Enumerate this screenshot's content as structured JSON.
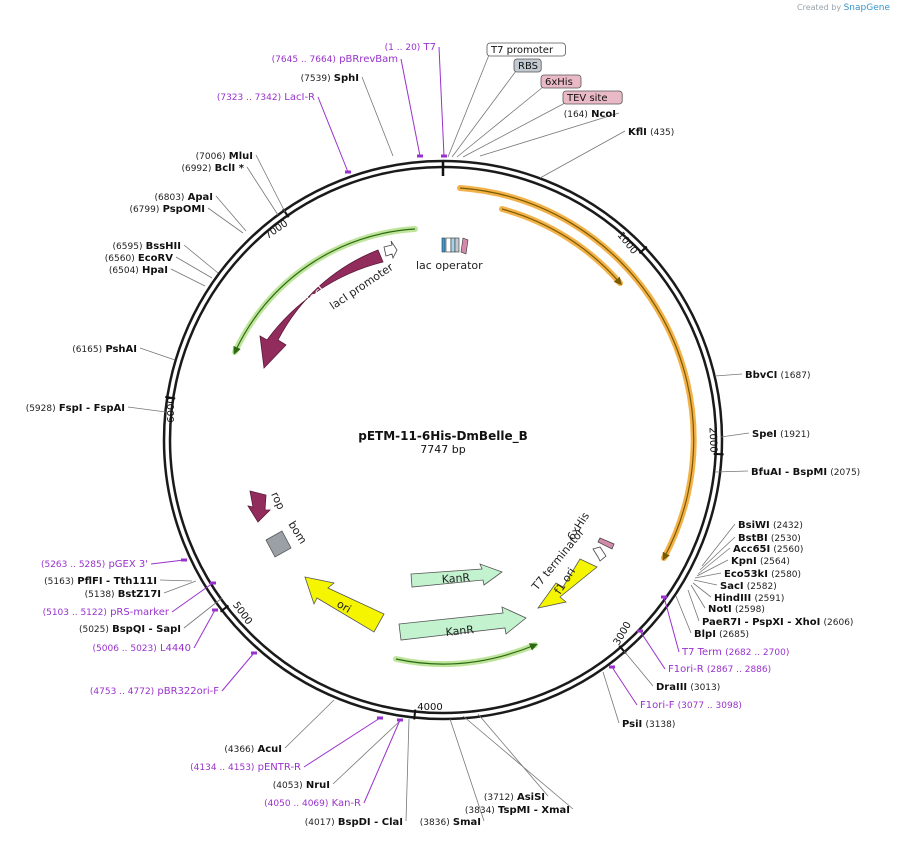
{
  "credit": {
    "prefix": "Created by",
    "brand": "SnapGene"
  },
  "plasmid": {
    "name": "pETM-11-6His-DmBelle_B",
    "length_label": "7747 bp",
    "length_bp": 7747
  },
  "ticks": [
    "1000",
    "2000",
    "3000",
    "4000",
    "5000",
    "6000",
    "7000"
  ],
  "sites": [
    {
      "id": "ncoi",
      "name": "NcoI",
      "pos": "(164)"
    },
    {
      "id": "kfli",
      "name": "KflI",
      "pos": "(435)"
    },
    {
      "id": "bbvci",
      "name": "BbvCI",
      "pos": "(1687)"
    },
    {
      "id": "spei",
      "name": "SpeI",
      "pos": "(1921)"
    },
    {
      "id": "bfuai",
      "name": "BfuAI  - BspMI",
      "pos": "(2075)"
    },
    {
      "id": "bsiwi",
      "name": "BsiWI",
      "pos": "(2432)"
    },
    {
      "id": "bstbi",
      "name": "BstBI",
      "pos": "(2530)"
    },
    {
      "id": "acc65i",
      "name": "Acc65I",
      "pos": "(2560)"
    },
    {
      "id": "kpni",
      "name": "KpnI",
      "pos": "(2564)"
    },
    {
      "id": "eco53ki",
      "name": "Eco53kI",
      "pos": "(2580)"
    },
    {
      "id": "saci",
      "name": "SacI",
      "pos": "(2582)"
    },
    {
      "id": "hindiii",
      "name": "HindIII",
      "pos": "(2591)"
    },
    {
      "id": "noti",
      "name": "NotI",
      "pos": "(2598)"
    },
    {
      "id": "paer7i",
      "name": "PaeR7I  - PspXI  - XhoI",
      "pos": "(2606)"
    },
    {
      "id": "blpi",
      "name": "BlpI",
      "pos": "(2685)"
    },
    {
      "id": "draiii",
      "name": "DraIII",
      "pos": "(3013)"
    },
    {
      "id": "psii",
      "name": "PsiI",
      "pos": "(3138)"
    },
    {
      "id": "asisi",
      "name": "AsiSI",
      "pos": "(3712)"
    },
    {
      "id": "tspmi",
      "name": "TspMI  - XmaI",
      "pos": "(3834)"
    },
    {
      "id": "smai",
      "name": "SmaI",
      "pos": "(3836)"
    },
    {
      "id": "bspdi",
      "name": "BspDI  - ClaI",
      "pos": "(4017)"
    },
    {
      "id": "nrui",
      "name": "NruI",
      "pos": "(4053)"
    },
    {
      "id": "acui",
      "name": "AcuI",
      "pos": "(4366)"
    },
    {
      "id": "bspqi",
      "name": "BspQI  - SapI",
      "pos": "(5025)"
    },
    {
      "id": "bstz17i",
      "name": "BstZ17I",
      "pos": "(5138)"
    },
    {
      "id": "pflfi",
      "name": "PflFI  - Tth111I",
      "pos": "(5163)"
    },
    {
      "id": "fspi",
      "name": "FspI  - FspAI",
      "pos": "(5928)"
    },
    {
      "id": "pshai",
      "name": "PshAI",
      "pos": "(6165)"
    },
    {
      "id": "hpai",
      "name": "HpaI",
      "pos": "(6504)"
    },
    {
      "id": "ecorv",
      "name": "EcoRV",
      "pos": "(6560)"
    },
    {
      "id": "bsshii",
      "name": "BssHII",
      "pos": "(6595)"
    },
    {
      "id": "pspomi",
      "name": "PspOMI",
      "pos": "(6799)"
    },
    {
      "id": "apai",
      "name": "ApaI",
      "pos": "(6803)"
    },
    {
      "id": "bcli",
      "name": "BclI *",
      "pos": "(6992)"
    },
    {
      "id": "mlui",
      "name": "MluI",
      "pos": "(7006)"
    },
    {
      "id": "sphi",
      "name": "SphI",
      "pos": "(7539)"
    }
  ],
  "primers": [
    {
      "id": "t7",
      "name": "T7",
      "range": "(1 .. 20)"
    },
    {
      "id": "pbrrevbam",
      "name": "pBRrevBam",
      "range": "(7645 .. 7664)"
    },
    {
      "id": "laci-r",
      "name": "LacI-R",
      "range": "(7323 .. 7342)"
    },
    {
      "id": "t7term",
      "name": "T7 Term",
      "range": "(2682 .. 2700)"
    },
    {
      "id": "f1ori-r",
      "name": "F1ori-R",
      "range": "(2867 .. 2886)"
    },
    {
      "id": "f1ori-f",
      "name": "F1ori-F",
      "range": "(3077 .. 3098)"
    },
    {
      "id": "pentr-r",
      "name": "pENTR-R",
      "range": "(4134 .. 4153)"
    },
    {
      "id": "kan-r",
      "name": "Kan-R",
      "range": "(4050 .. 4069)"
    },
    {
      "id": "pbr322ori-f",
      "name": "pBR322ori-F",
      "range": "(4753 .. 4772)"
    },
    {
      "id": "l4440",
      "name": "L4440",
      "range": "(5006 .. 5023)"
    },
    {
      "id": "prs-marker",
      "name": "pRS-marker",
      "range": "(5103 .. 5122)"
    },
    {
      "id": "pgex3",
      "name": "pGEX 3'",
      "range": "(5263 .. 5285)"
    }
  ],
  "boxed_features": [
    {
      "id": "t7promoter",
      "label": "T7 promoter",
      "fill": "#ffffff"
    },
    {
      "id": "rbs",
      "label": "RBS",
      "fill": "#c2c9d1"
    },
    {
      "id": "6xhis",
      "label": "6xHis",
      "fill": "#e9b9c6"
    },
    {
      "id": "tevsite",
      "label": "TEV site",
      "fill": "#e9b9c6"
    }
  ],
  "features": {
    "laci": "lacI",
    "laci_promoter": "lacI promoter",
    "lac_operator": "lac operator",
    "rop": "rop",
    "bom": "bom",
    "ori": "ori",
    "kanr1": "KanR",
    "kanr2": "KanR",
    "t7_terminator": "T7 terminator",
    "f1ori": "f1 ori",
    "his6": "6xHis"
  },
  "colors": {
    "laci": "#922c5c",
    "ori": "#f5f500",
    "kanr": "#c3f2cf",
    "bom": "#9aa0a6",
    "orange": "#f3b249",
    "green": "#93cc52",
    "primer": "#9932cc",
    "his": "#d389a8"
  }
}
